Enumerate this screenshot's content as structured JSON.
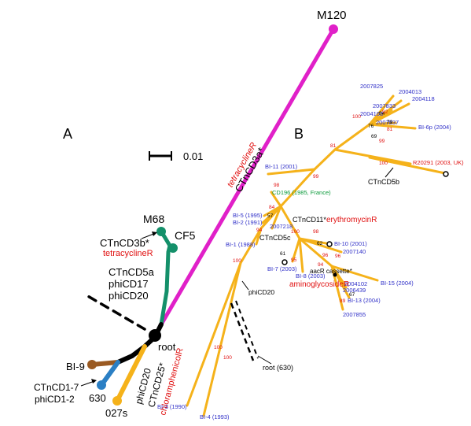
{
  "colors": {
    "magenta": "#e020c8",
    "orange": "#f5b21a",
    "green": "#14906a",
    "black": "#000000",
    "brown": "#9a5a22",
    "blue": "#2b7fc4",
    "red": "#e01010",
    "navy": "#3030c8",
    "labelgreen": "#0a9a3a"
  },
  "panel_a": {
    "label": "A",
    "scale_value": "0.01",
    "tips": {
      "m120": "M120",
      "m68": "M68",
      "cf5": "CF5",
      "bi9": "BI-9",
      "t630": "630",
      "t027s": "027s",
      "root": "root"
    },
    "annotations": {
      "ctncd3a": "CTnCD3a*",
      "tet_a": "tetracyclineR",
      "ctncd3b": "CTnCD3b*",
      "tet_b": "tetracyclineR",
      "ctncd5a": "CTnCD5a",
      "phicd17": "phiCD17",
      "phicd20_a": "phiCD20",
      "ctncd1": "CTnCD1-7",
      "phicd1": "phiCD1-2",
      "phicd20_b": "phiCD20",
      "ctncd25": "CTnCD25*",
      "chlor": "chloramphenicolR"
    }
  },
  "panel_b": {
    "label": "B",
    "strains": {
      "s2007825": "2007825",
      "s2004013": "2004013",
      "s2004118": "2004118",
      "s2007833": "2007833",
      "s2004163": "2004163",
      "s2007837": "2007837",
      "bi6p": "BI-6p (2004)",
      "r20291": "R20291 (2003, UK)",
      "bi11": "BI-11 (2001)",
      "cd196": "CD196 (1985, France)",
      "bi5": "BI-5 (1995)",
      "bi2": "BI-2 (1991)",
      "s2007218": "2007218",
      "bi1": "BI-1 (1988)",
      "bi10": "BI-10 (2001)",
      "s2007140": "2007140",
      "bi7": "BI-7 (2003)",
      "bi8": "BI-8 (2003)",
      "s2004102": "2004102",
      "s2006439": "2006439",
      "bi15": "BI-15 (2004)",
      "bi13": "BI-13 (2004)",
      "s2007855": "2007855",
      "bi3": "BI-3 (1990)",
      "bi4": "BI-4 (1993)"
    },
    "elements": {
      "ctncd5b": "CTnCD5b",
      "ctncd11": "CTnCD11*",
      "erythro": "erythromycinR",
      "ctncd5c": "CTnCD5c",
      "aac": "aacR cassette*",
      "aminogly": "aminoglycosideR",
      "phicd20": "phiCD20",
      "root630": "root (630)"
    },
    "bootstrap": {
      "b100a": "100",
      "b76": "76",
      "b79": "79",
      "b69": "69",
      "b94": "94",
      "b92": "92",
      "b81a": "81",
      "b99a": "99",
      "b100b": "100",
      "b81b": "81",
      "b99b": "99",
      "b98": "98",
      "b84": "84",
      "b57": "57",
      "b94b": "94",
      "b100c": "100",
      "b95": "95",
      "b98b": "98",
      "b96": "96",
      "b62": "62",
      "b61": "61",
      "b96b": "96",
      "b94c": "94",
      "b67": "67",
      "b89": "89",
      "b100d": "100",
      "b100e": "100",
      "b100f": "100"
    }
  }
}
